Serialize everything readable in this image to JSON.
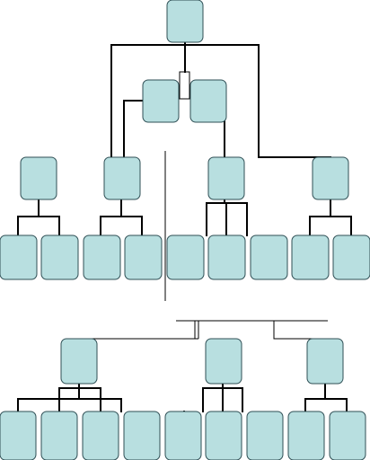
{
  "diagram": {
    "type": "org-chart",
    "node_fill": "#b8dfe0",
    "node_stroke": "#2f4f55",
    "edge_color": "#000000",
    "background": "#ffffff",
    "upper_tree": {
      "root_count": 1,
      "second_level_count": 2,
      "third_level_count": 4,
      "leaf_count": 9,
      "labels_shown": false
    },
    "lower_tree": {
      "parent_count": 3,
      "leaf_count": 9,
      "labels_shown": false
    }
  }
}
